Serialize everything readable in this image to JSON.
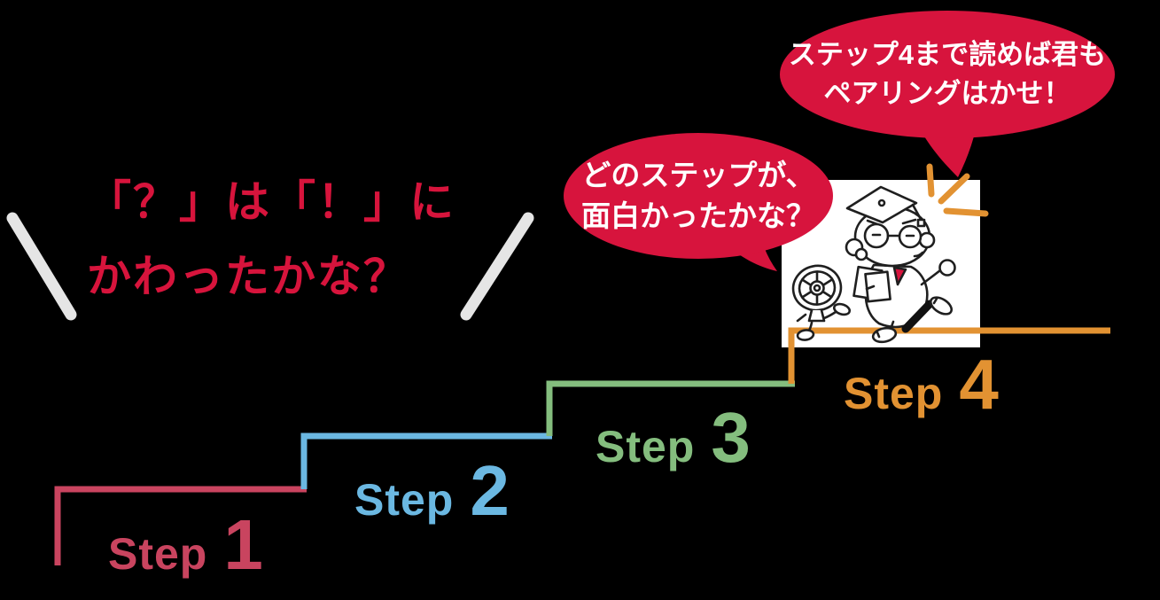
{
  "canvas": {
    "background_color": "#000000"
  },
  "headline": {
    "line1": "「？」は「！」に",
    "line2": "かわったかな？",
    "color": "#d7143c"
  },
  "emphasis_strokes": {
    "color": "#e5e5e5"
  },
  "speech_bubbles": {
    "which_step": {
      "line1": "どのステップが、",
      "line2": "面白かったかな？",
      "bg_color": "#d7143d",
      "text_color": "#ffffff"
    },
    "pairing_master": {
      "line1": "ステップ4まで読めば君も",
      "line2": "ペアリングはかせ！",
      "bg_color": "#d7143d",
      "text_color": "#ffffff"
    }
  },
  "steps": [
    {
      "label": "Step",
      "number": "1",
      "color": "#c9445f"
    },
    {
      "label": "Step",
      "number": "2",
      "color": "#6bb8e2"
    },
    {
      "label": "Step",
      "number": "3",
      "color": "#84bd7e"
    },
    {
      "label": "Step",
      "number": "4",
      "color": "#e29232"
    }
  ],
  "illustration": {
    "description": "professor-and-fan-running",
    "bg_color": "#ffffff",
    "line_color": "#1f1f1f",
    "flash_color": "#e29232",
    "tie_color": "#d7143d"
  }
}
